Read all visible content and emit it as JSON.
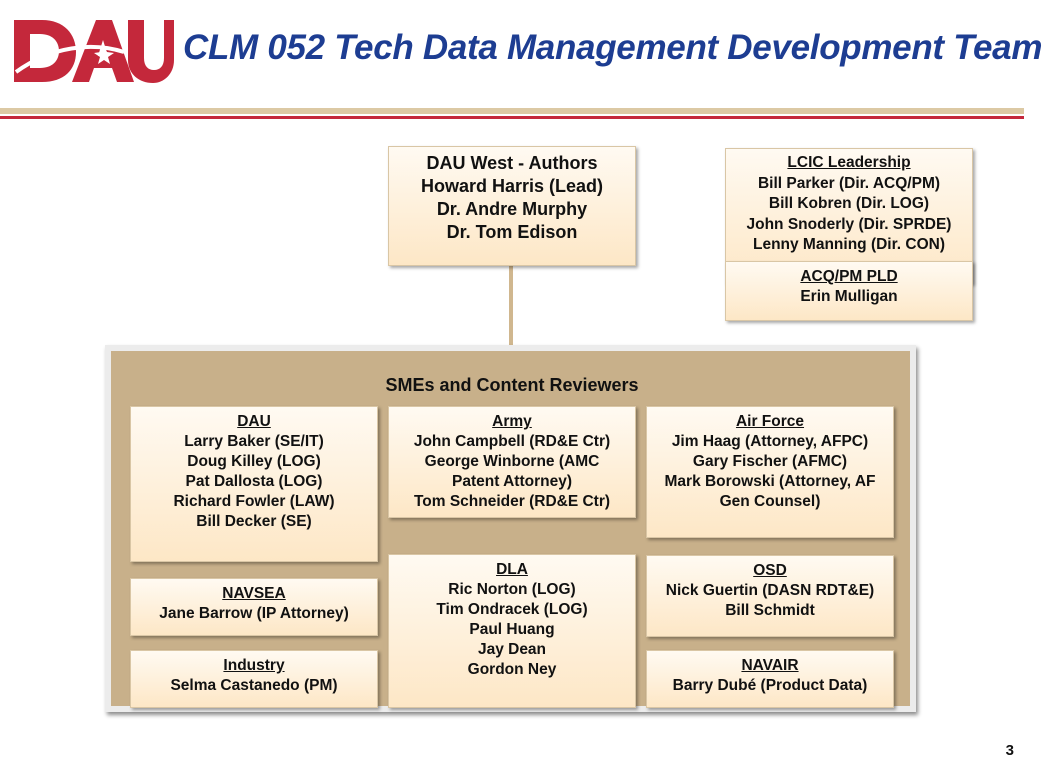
{
  "header": {
    "logo_text": "DAU",
    "title": "CLM 052 Tech Data Management Development Team"
  },
  "authors": {
    "heading": "DAU West - Authors",
    "members": [
      "Howard Harris (Lead)",
      "Dr. Andre Murphy",
      "Dr. Tom Edison"
    ]
  },
  "lcic": {
    "heading": "LCIC Leadership",
    "members": [
      "Bill Parker (Dir. ACQ/PM)",
      "Bill Kobren (Dir. LOG)",
      "John Snoderly (Dir. SPRDE)",
      "Lenny Manning (Dir. CON)"
    ]
  },
  "acq_pm": {
    "heading": "ACQ/PM PLD",
    "members": [
      "Erin Mulligan"
    ]
  },
  "smes": {
    "title": "SMEs and Content Reviewers",
    "dau": {
      "heading": "DAU",
      "members": [
        "Larry Baker (SE/IT)",
        "Doug Killey (LOG)",
        "Pat Dallosta (LOG)",
        "Richard Fowler (LAW)",
        "Bill Decker (SE)"
      ]
    },
    "army": {
      "heading": "Army",
      "members": [
        "John Campbell (RD&E Ctr)",
        "George Winborne (AMC Patent Attorney)",
        "Tom Schneider (RD&E Ctr)"
      ]
    },
    "air_force": {
      "heading": "Air Force",
      "members": [
        "Jim Haag (Attorney, AFPC)",
        "Gary Fischer (AFMC)",
        "Mark Borowski (Attorney, AF Gen Counsel)"
      ]
    },
    "navsea": {
      "heading": "NAVSEA",
      "members": [
        "Jane Barrow (IP Attorney)"
      ]
    },
    "dla": {
      "heading": "DLA",
      "members": [
        "Ric Norton (LOG)",
        "Tim Ondracek (LOG)",
        "Paul Huang",
        "Jay Dean",
        "Gordon Ney"
      ]
    },
    "osd": {
      "heading": "OSD",
      "members": [
        "Nick Guertin (DASN RDT&E)",
        "Bill Schmidt"
      ]
    },
    "industry": {
      "heading": "Industry",
      "members": [
        "Selma Castanedo (PM)"
      ]
    },
    "navair": {
      "heading": "NAVAIR",
      "members": [
        "Barry Dubé (Product Data)"
      ]
    }
  },
  "page_number": "3",
  "colors": {
    "title_blue": "#1d3d92",
    "logo_red": "#c4283b",
    "panel_tan": "#c8b08a",
    "box_fill": "#fde7c6"
  }
}
